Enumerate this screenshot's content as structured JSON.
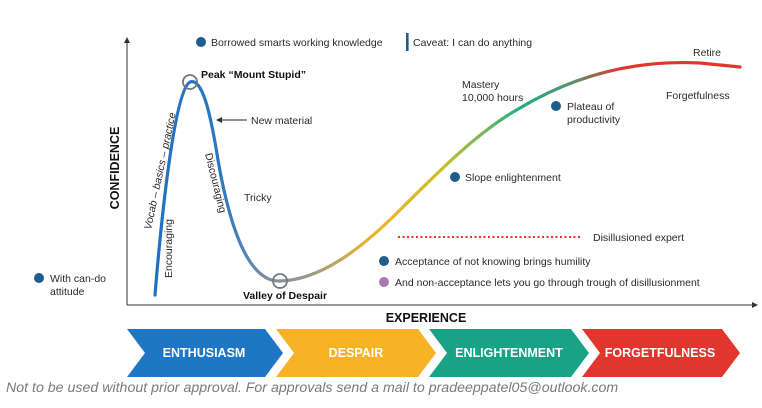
{
  "axes": {
    "y_title": "CONFIDENCE",
    "x_title": "EXPERIENCE"
  },
  "curve_labels": {
    "peak": "Peak “Mount Stupid”",
    "valley": "Valley of Despair",
    "vocab": "Vocab – basics – practice",
    "encouraging": "Encouraging",
    "discouraging": "Discouraging",
    "new_material": "New material",
    "tricky": "Tricky",
    "mastery_line1": "Mastery",
    "mastery_line2": "10,000 hours",
    "plateau_line1": "Plateau of",
    "plateau_line2": "productivity",
    "forgetfulness": "Forgetfulness",
    "retire": "Retire",
    "slope": "Slope enlightenment",
    "disillusioned_expert": "Disillusioned expert"
  },
  "notes": {
    "borrowed": "Borrowed smarts working knowledge",
    "caveat": "Caveat: I can do anything",
    "can_do_line1": "With can-do",
    "can_do_line2": "attitude",
    "acceptance": "Acceptance of not knowing brings humility",
    "non_acceptance": "And non-acceptance lets you go through trough of disillusionment"
  },
  "phases": [
    {
      "label": "ENTHUSIASM",
      "color": "#1f77c4"
    },
    {
      "label": "DESPAIR",
      "color": "#f7b226"
    },
    {
      "label": "ENLIGHTENMENT",
      "color": "#18a386"
    },
    {
      "label": "FORGETFULNESS",
      "color": "#e0362d"
    }
  ],
  "colors": {
    "dot_blue": "#1f5d8c",
    "dot_purple": "#a878b2",
    "dotted_line": "#e0362d",
    "caveat_bar": "#1f5d8c"
  },
  "footer": "Not to be used without prior approval. For approvals send a mail to pradeeppatel05@outlook.com"
}
